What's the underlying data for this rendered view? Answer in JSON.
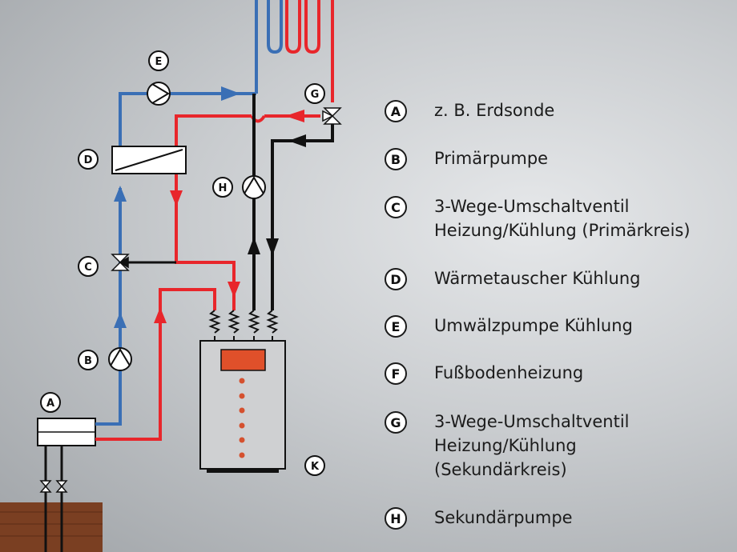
{
  "colors": {
    "cold": "#3a6fb5",
    "hot": "#e8262b",
    "black": "#111111",
    "ground": "#7a3f22",
    "unit": "#cfd0d2",
    "display": "#e0502a",
    "led": "#d5502e"
  },
  "diagram_labels": {
    "A": "A",
    "B": "B",
    "C": "C",
    "D": "D",
    "E": "E",
    "G": "G",
    "H": "H",
    "K": "K"
  },
  "legend": [
    {
      "key": "A",
      "text": "z. B. Erdsonde"
    },
    {
      "key": "B",
      "text": "Primärpumpe"
    },
    {
      "key": "C",
      "text": "3-Wege-Umschaltventil\nHeizung/Kühlung (Primärkreis)"
    },
    {
      "key": "D",
      "text": "Wärmetauscher Kühlung"
    },
    {
      "key": "E",
      "text": "Umwälzpumpe Kühlung"
    },
    {
      "key": "F",
      "text": "Fußbodenheizung"
    },
    {
      "key": "G",
      "text": "3-Wege-Umschaltventil\nHeizung/Kühlung\n(Sekundärkreis)"
    },
    {
      "key": "H",
      "text": "Sekundärpumpe"
    }
  ]
}
